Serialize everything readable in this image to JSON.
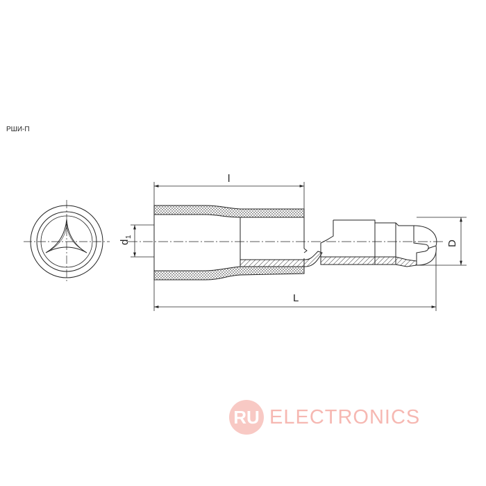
{
  "product_code": "РШИ-П",
  "dimensions": {
    "length_short": "l",
    "length_total": "L",
    "inner_diameter": "d",
    "inner_diameter_sub": "1",
    "outer_diameter": "D"
  },
  "logo": {
    "badge": "RU",
    "text": "ELECTRONICS",
    "color": "#f6b8b2"
  }
}
